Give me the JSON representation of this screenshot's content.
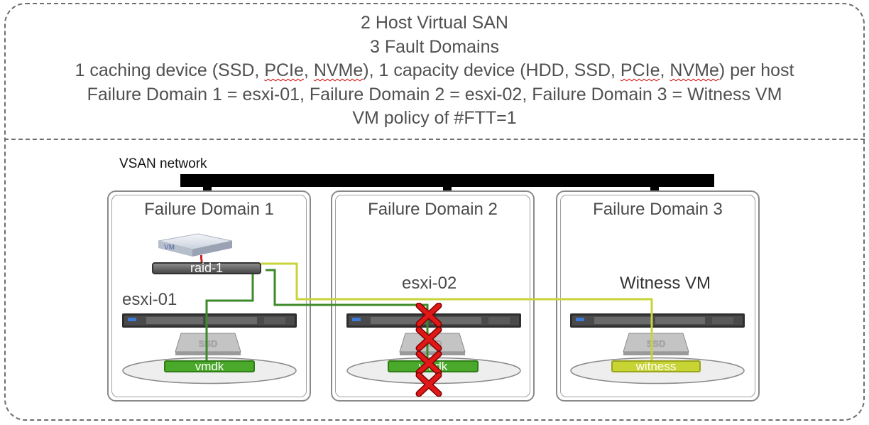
{
  "header": {
    "line1": "2 Host Virtual SAN",
    "line2": "3 Fault Domains",
    "line3": {
      "p1": "1 caching device (SSD, ",
      "w1": "PCIe",
      "p2": ", ",
      "w2": "NVMe",
      "p3": "), 1 capacity device (HDD, SSD, ",
      "w3": "PCIe",
      "p4": ", ",
      "w4": "NVMe",
      "p5": ") per host"
    },
    "line4": "Failure Domain 1 = esxi-01, Failure Domain 2 = esxi-02, Failure Domain 3 = Witness VM",
    "line5": "VM policy of #FTT=1"
  },
  "network_label": "VSAN network",
  "domains": [
    {
      "title": "Failure Domain 1",
      "host": "esxi-01",
      "object": "vmdk",
      "object_color": "green",
      "failed": false
    },
    {
      "title": "Failure Domain 2",
      "host": "esxi-02",
      "object": "vmdk",
      "object_color": "green",
      "failed": true
    },
    {
      "title": "Failure Domain 3",
      "host": "Witness VM",
      "object": "witness",
      "object_color": "yellow",
      "failed": false
    }
  ],
  "vm_icon_label": "VM",
  "raid_label": "raid-1",
  "ssd_label": "SSD",
  "colors": {
    "green_link": "#3d8a2a",
    "yellow_link": "#c9d33a",
    "failure_x": "#e01818",
    "network": "#000000"
  }
}
